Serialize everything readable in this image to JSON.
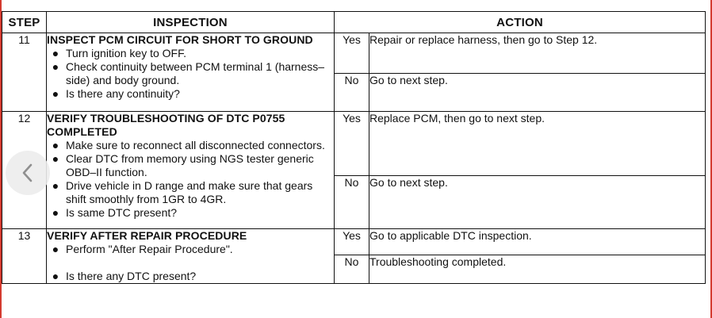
{
  "table": {
    "headers": {
      "step": "STEP",
      "inspection": "INSPECTION",
      "action": "ACTION"
    },
    "rows": [
      {
        "step": "11",
        "title": "INSPECT PCM CIRCUIT FOR SHORT TO GROUND",
        "bullets": [
          "Turn ignition key to OFF.",
          "Check continuity between PCM terminal 1 (harness–side) and body ground.",
          "Is there any continuity?"
        ],
        "outcomes": [
          {
            "answer": "Yes",
            "action": "Repair or replace harness, then go to Step 12."
          },
          {
            "answer": "No",
            "action": "Go to next step."
          }
        ]
      },
      {
        "step": "12",
        "title": "VERIFY TROUBLESHOOTING OF DTC P0755 COMPLETED",
        "bullets": [
          "Make sure to reconnect all disconnected connectors.",
          "Clear DTC from memory using NGS tester generic OBD–II function.",
          "Drive vehicle in D range and make sure that gears shift smoothly from 1GR to 4GR.",
          "Is same DTC present?"
        ],
        "outcomes": [
          {
            "answer": "Yes",
            "action": "Replace PCM, then go to next step."
          },
          {
            "answer": "No",
            "action": "Go to next step."
          }
        ]
      },
      {
        "step": "13",
        "title": "VERIFY AFTER REPAIR PROCEDURE",
        "bullets": [
          "Perform \"After Repair Procedure\".",
          "Is there any DTC present?"
        ],
        "outcomes": [
          {
            "answer": "Yes",
            "action": "Go to applicable DTC inspection."
          },
          {
            "answer": "No",
            "action": "Troubleshooting completed."
          }
        ]
      }
    ]
  },
  "icons": {
    "bullet": "bullet-dot-icon",
    "nav": "chevron-left-icon"
  }
}
